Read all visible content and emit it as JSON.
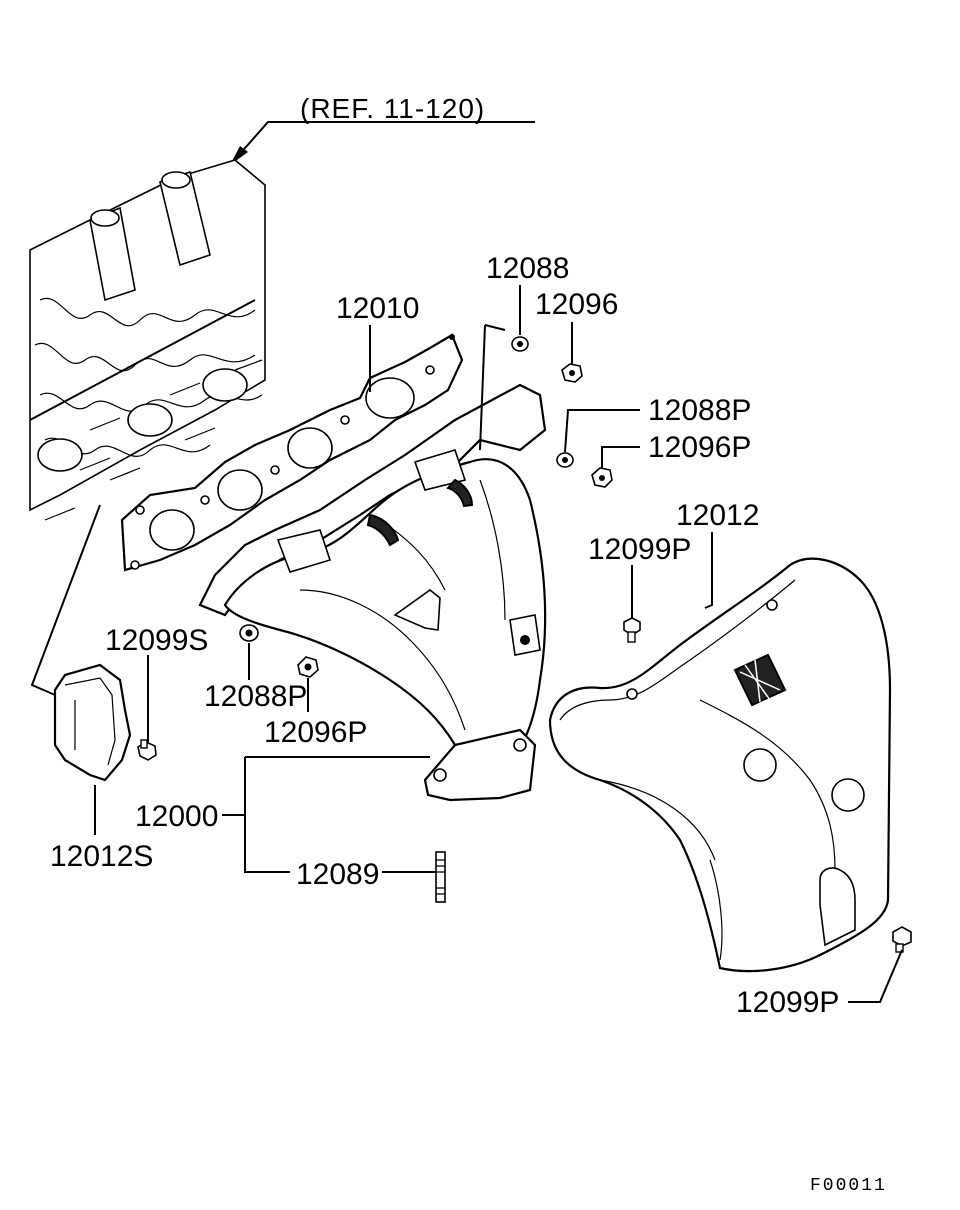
{
  "reference": "(REF. 11-120)",
  "figure_code": "F00011",
  "callouts": {
    "p12088_top": "12088",
    "p12096_top": "12096",
    "p12010": "12010",
    "p12088P_right": "12088P",
    "p12096P_right": "12096P",
    "p12012": "12012",
    "p12099P_mid": "12099P",
    "p12099S": "12099S",
    "p12088P_lower": "12088P",
    "p12096P_lower": "12096P",
    "p12000": "12000",
    "p12012S": "12012S",
    "p12089": "12089",
    "p12099P_bottom": "12099P"
  }
}
